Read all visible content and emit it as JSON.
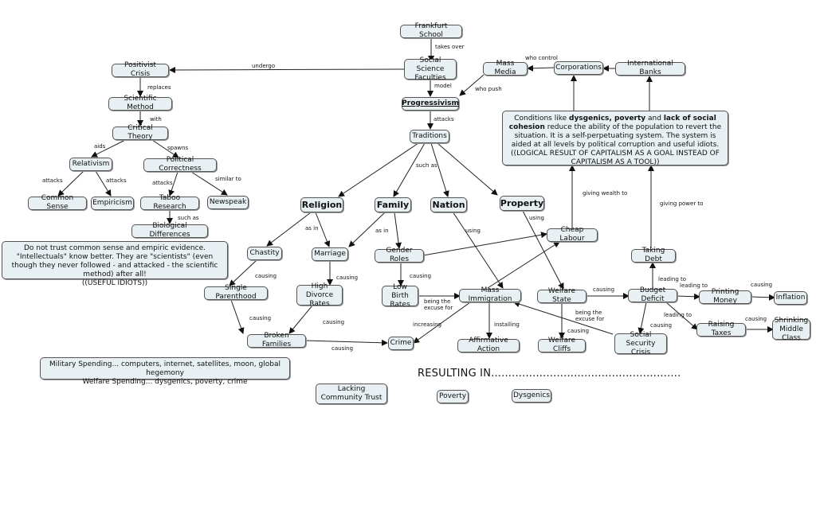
{
  "nodes": {
    "frankfurt": "Frankfurt School",
    "ssf": "Social Science Faculties",
    "positivist": "Positivist Crisis",
    "scimethod": "Scientific Method",
    "critical": "Critical Theory",
    "relativism": "Relativism",
    "polcorrect": "Political Correctness",
    "commonsense": "Common Sense",
    "empiricism": "Empiricism",
    "taboo": "Taboo Research",
    "newspeak": "Newspeak",
    "biodiff": "Biological Differences",
    "progressivism": "Progressivism",
    "traditions": "Traditions",
    "massmedia": "Mass Media",
    "corporations": "Corporations",
    "intlbanks": "International Banks",
    "religion": "Religion",
    "family": "Family",
    "nation": "Nation",
    "property": "Property",
    "cheaplabour": "Cheap Labour",
    "chastity": "Chastity",
    "marriage": "Marriage",
    "genderroles": "Gender Roles",
    "takingdebt": "Taking Debt",
    "singleparent": "Single Parenthood",
    "highdivorce": "High Divorce Rates",
    "lowbirth": "Low Birth Rates",
    "massimm": "Mass Immigration",
    "welfarestate": "Welfare State",
    "budgetdeficit": "Budget Deficit",
    "printing": "Printing Money",
    "inflation": "Inflation",
    "brokenfam": "Broken Families",
    "crime": "Crime",
    "affirmative": "Affirmative Action",
    "welfarecliffs": "Welfare Cliffs",
    "socialsec": "Social Security Crisis",
    "raisingtaxes": "Raising Taxes",
    "shrinking": "Shrinking Middle Class",
    "lacking": "Lacking Community Trust",
    "poverty": "Poverty",
    "dysgenics": "Dysgenics"
  },
  "notes": {
    "intellectuals": {
      "line1": "Do not trust common sense and empiric evidence.",
      "line2": "\"Intellectuals\" know better. They are \"scientists\" (even though they never followed - and attacked - the scientific method) after all!",
      "line3": "((USEFUL IDIOTS))"
    },
    "conditions": {
      "t1": "Conditions like ",
      "b1": "dysgenics, poverty",
      "t2": " and ",
      "b2": "lack of social cohesion",
      "t3": " reduce the ability of the population to revert the situation. It is a self-perpetuating system. The system is aided at all levels by political corruption and useful idiots.",
      "t4": "((LOGICAL RESULT OF CAPITALISM AS A GOAL INSTEAD OF CAPITALISM AS A TOOL))"
    },
    "spending": {
      "line1": "Military Spending... computers, internet, satellites, moon, global hegemony",
      "line2": "Welfare Spending... dysgenics, poverty, crime"
    }
  },
  "resulting_in": "RESULTING IN.......................................................",
  "edges": [
    {
      "from": "frankfurt",
      "to": "ssf",
      "label": "takes over"
    },
    {
      "from": "ssf",
      "to": "positivist",
      "label": "undergo"
    },
    {
      "from": "positivist",
      "to": "scimethod",
      "label": "replaces"
    },
    {
      "from": "scimethod",
      "to": "critical",
      "label": "with"
    },
    {
      "from": "critical",
      "to": "relativism",
      "label": "aids"
    },
    {
      "from": "critical",
      "to": "polcorrect",
      "label": "spawns"
    },
    {
      "from": "relativism",
      "to": "commonsense",
      "label": "attacks"
    },
    {
      "from": "relativism",
      "to": "empiricism",
      "label": "attacks"
    },
    {
      "from": "polcorrect",
      "to": "taboo",
      "label": "attacks"
    },
    {
      "from": "polcorrect",
      "to": "newspeak",
      "label": "similar to"
    },
    {
      "from": "taboo",
      "to": "biodiff",
      "label": "such as"
    },
    {
      "from": "ssf",
      "to": "progressivism",
      "label": "model"
    },
    {
      "from": "massmedia",
      "to": "progressivism",
      "label": "who push"
    },
    {
      "from": "corporations",
      "to": "massmedia",
      "label": "who control"
    },
    {
      "from": "intlbanks",
      "to": "corporations",
      "label": ""
    },
    {
      "from": "conditions",
      "to": "corporations",
      "label": ""
    },
    {
      "from": "conditions",
      "to": "intlbanks",
      "label": ""
    },
    {
      "from": "progressivism",
      "to": "traditions",
      "label": "attacks"
    },
    {
      "from": "traditions",
      "to": "religion",
      "label": ""
    },
    {
      "from": "traditions",
      "to": "family",
      "label": "such as"
    },
    {
      "from": "traditions",
      "to": "nation",
      "label": ""
    },
    {
      "from": "traditions",
      "to": "property",
      "label": ""
    },
    {
      "from": "cheaplabour",
      "to": "conditions",
      "label": "giving wealth to"
    },
    {
      "from": "takingdebt",
      "to": "conditions",
      "label": "giving power to"
    },
    {
      "from": "religion",
      "to": "chastity",
      "label": ""
    },
    {
      "from": "religion",
      "to": "marriage",
      "label": "as in"
    },
    {
      "from": "family",
      "to": "marriage",
      "label": "as in"
    },
    {
      "from": "family",
      "to": "genderroles",
      "label": ""
    },
    {
      "from": "property",
      "to": "welfarestate",
      "label": "using"
    },
    {
      "from": "nation",
      "to": "massimm",
      "label": "using"
    },
    {
      "from": "genderroles",
      "to": "cheaplabour",
      "label": ""
    },
    {
      "from": "massimm",
      "to": "cheaplabour",
      "label": ""
    },
    {
      "from": "chastity",
      "to": "singleparent",
      "label": "causing"
    },
    {
      "from": "marriage",
      "to": "highdivorce",
      "label": "causing"
    },
    {
      "from": "genderroles",
      "to": "lowbirth",
      "label": "causing"
    },
    {
      "from": "singleparent",
      "to": "brokenfam",
      "label": "causing"
    },
    {
      "from": "highdivorce",
      "to": "brokenfam",
      "label": "causing"
    },
    {
      "from": "brokenfam",
      "to": "crime",
      "label": "causing"
    },
    {
      "from": "lowbirth",
      "to": "massimm",
      "label": "being the excuse for"
    },
    {
      "from": "massimm",
      "to": "crime",
      "label": "increasing"
    },
    {
      "from": "massimm",
      "to": "affirmative",
      "label": "installing"
    },
    {
      "from": "welfarestate",
      "to": "welfarecliffs",
      "label": "causing"
    },
    {
      "from": "welfarestate",
      "to": "budgetdeficit",
      "label": "causing"
    },
    {
      "from": "socialsec",
      "to": "massimm",
      "label": "being the excuse for"
    },
    {
      "from": "budgetdeficit",
      "to": "takingdebt",
      "label": "leading to"
    },
    {
      "from": "budgetdeficit",
      "to": "printing",
      "label": "leading to"
    },
    {
      "from": "budgetdeficit",
      "to": "socialsec",
      "label": "causing"
    },
    {
      "from": "budgetdeficit",
      "to": "raisingtaxes",
      "label": "leading to"
    },
    {
      "from": "printing",
      "to": "inflation",
      "label": "causing"
    },
    {
      "from": "raisingtaxes",
      "to": "shrinking",
      "label": "causing"
    }
  ],
  "colors": {
    "node_fill": "#e8f0f3",
    "node_border": "#555555",
    "edge": "#222222"
  }
}
